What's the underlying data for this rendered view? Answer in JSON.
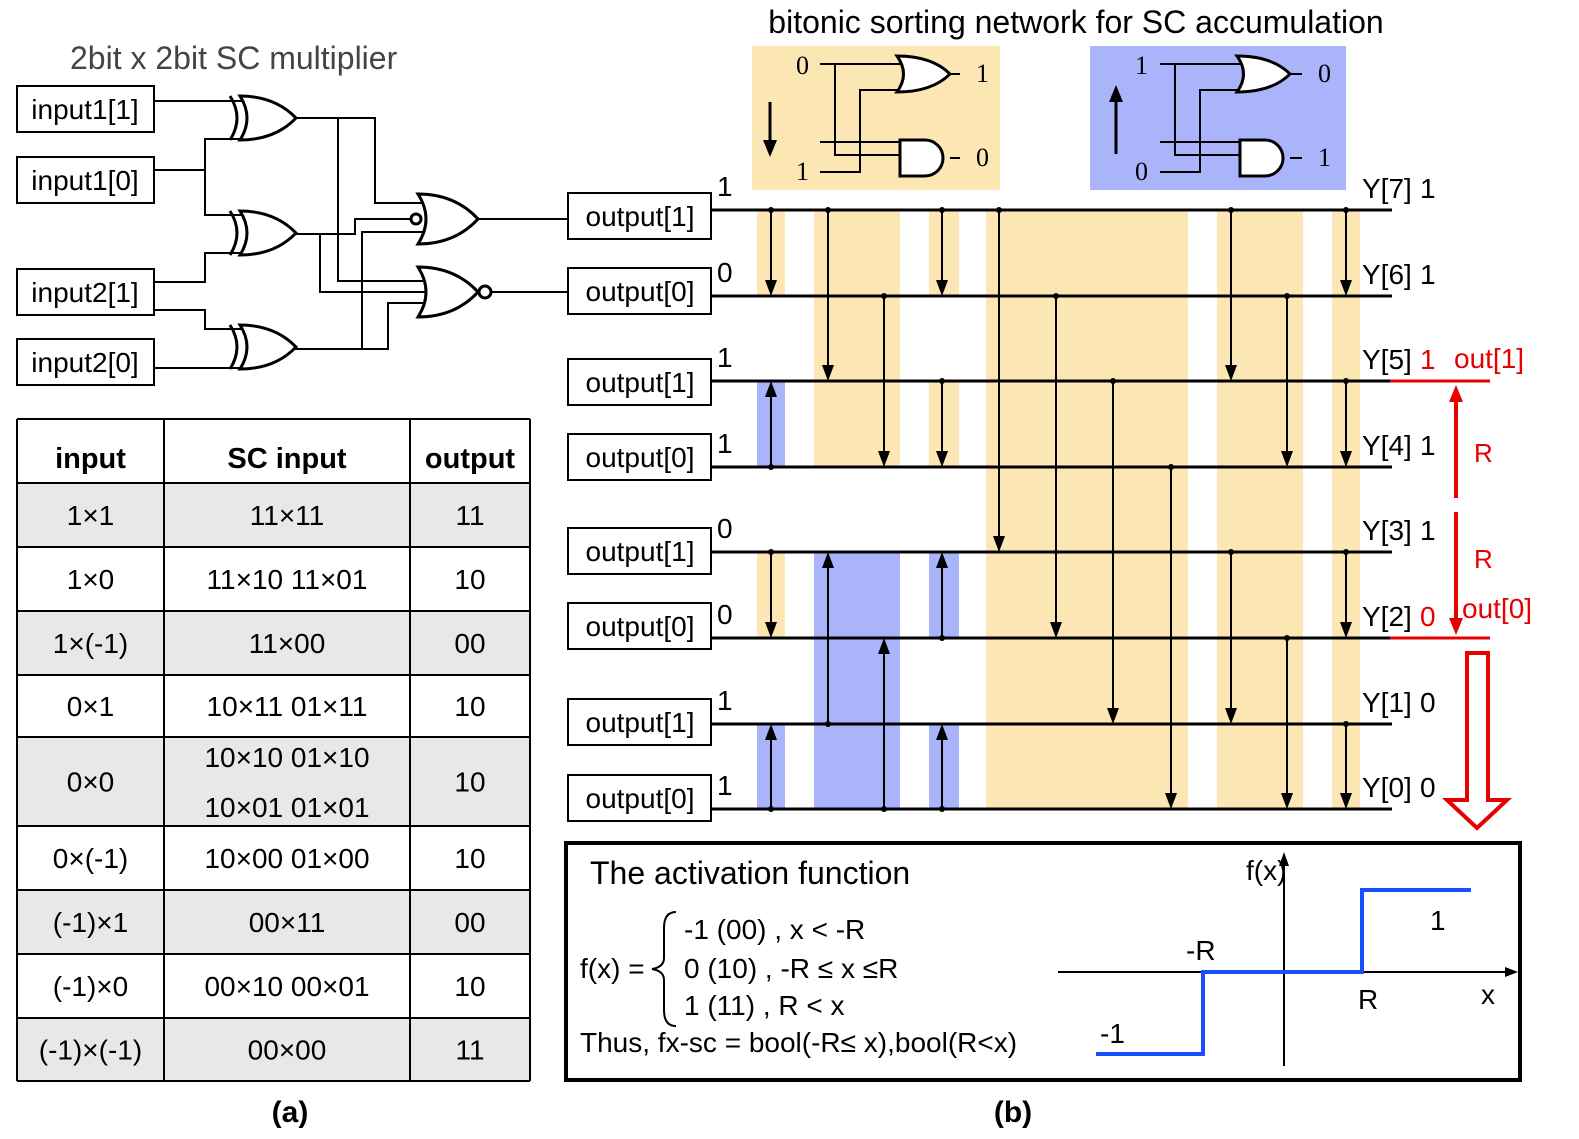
{
  "figure": {
    "panel_a_label": "(a)",
    "panel_b_label": "(b)"
  },
  "multiplier": {
    "title": "2bit x 2bit SC multiplier",
    "inputs": [
      "input1[1]",
      "input1[0]",
      "input2[1]",
      "input2[0]"
    ],
    "outputs": [
      "output[1]",
      "output[0]"
    ]
  },
  "table": {
    "headers": [
      "input",
      "SC input",
      "output"
    ],
    "rows": [
      {
        "input": "1×1",
        "sc": [
          "11×11"
        ],
        "output": "11"
      },
      {
        "input": "1×0",
        "sc": [
          "11×10 11×01"
        ],
        "output": "10"
      },
      {
        "input": "1×(-1)",
        "sc": [
          "11×00"
        ],
        "output": "00"
      },
      {
        "input": "0×1",
        "sc": [
          "10×11 01×11"
        ],
        "output": "10"
      },
      {
        "input": "0×0",
        "sc": [
          "10×10 01×10",
          "10×01 01×01"
        ],
        "output": "10"
      },
      {
        "input": "0×(-1)",
        "sc": [
          "10×00 01×00"
        ],
        "output": "10"
      },
      {
        "input": "(-1)×1",
        "sc": [
          "00×11"
        ],
        "output": "00"
      },
      {
        "input": "(-1)×0",
        "sc": [
          "00×10 00×01"
        ],
        "output": "10"
      },
      {
        "input": "(-1)×(-1)",
        "sc": [
          "00×00"
        ],
        "output": "11"
      }
    ]
  },
  "network": {
    "title": "bitonic sorting network for SC accumulation",
    "input_labels": [
      "output[1]",
      "output[0]",
      "output[1]",
      "output[0]",
      "output[1]",
      "output[0]",
      "output[1]",
      "output[0]"
    ],
    "input_values": [
      "1",
      "0",
      "1",
      "1",
      "0",
      "0",
      "1",
      "1"
    ],
    "output_labels": [
      "Y[7]",
      "Y[6]",
      "Y[5]",
      "Y[4]",
      "Y[3]",
      "Y[2]",
      "Y[1]",
      "Y[0]"
    ],
    "output_values": [
      "1",
      "1",
      "1",
      "1",
      "1",
      "0",
      "0",
      "0"
    ],
    "out_bits": [
      "out[1]",
      "out[0]"
    ],
    "r_labels": [
      "R",
      "R"
    ],
    "legend_down": {
      "in_top": "0",
      "in_bottom": "1",
      "out_top": "1",
      "out_bottom": "0"
    },
    "legend_up": {
      "in_top": "1",
      "in_bottom": "0",
      "out_top": "0",
      "out_bottom": "1"
    },
    "colors": {
      "descending": "#fbe6b4",
      "ascending": "#aab4fb",
      "highlight": "#e60000"
    }
  },
  "activation": {
    "title": "The activation function",
    "f_label": "f(x) =",
    "cases": [
      "-1 (00) ,   x < -R",
      " 0 (10) , -R ≤ x ≤R",
      " 1 (11) ,   R < x"
    ],
    "thus": "Thus, fx-sc = bool(-R≤ x),bool(R<x)",
    "plot": {
      "y_axis_label": "f(x)",
      "x_axis_label": "x",
      "tick_neg_R": "-R",
      "tick_R": "R",
      "level_neg1": "-1",
      "level_1": "1",
      "line_color": "#1a4fff"
    }
  }
}
